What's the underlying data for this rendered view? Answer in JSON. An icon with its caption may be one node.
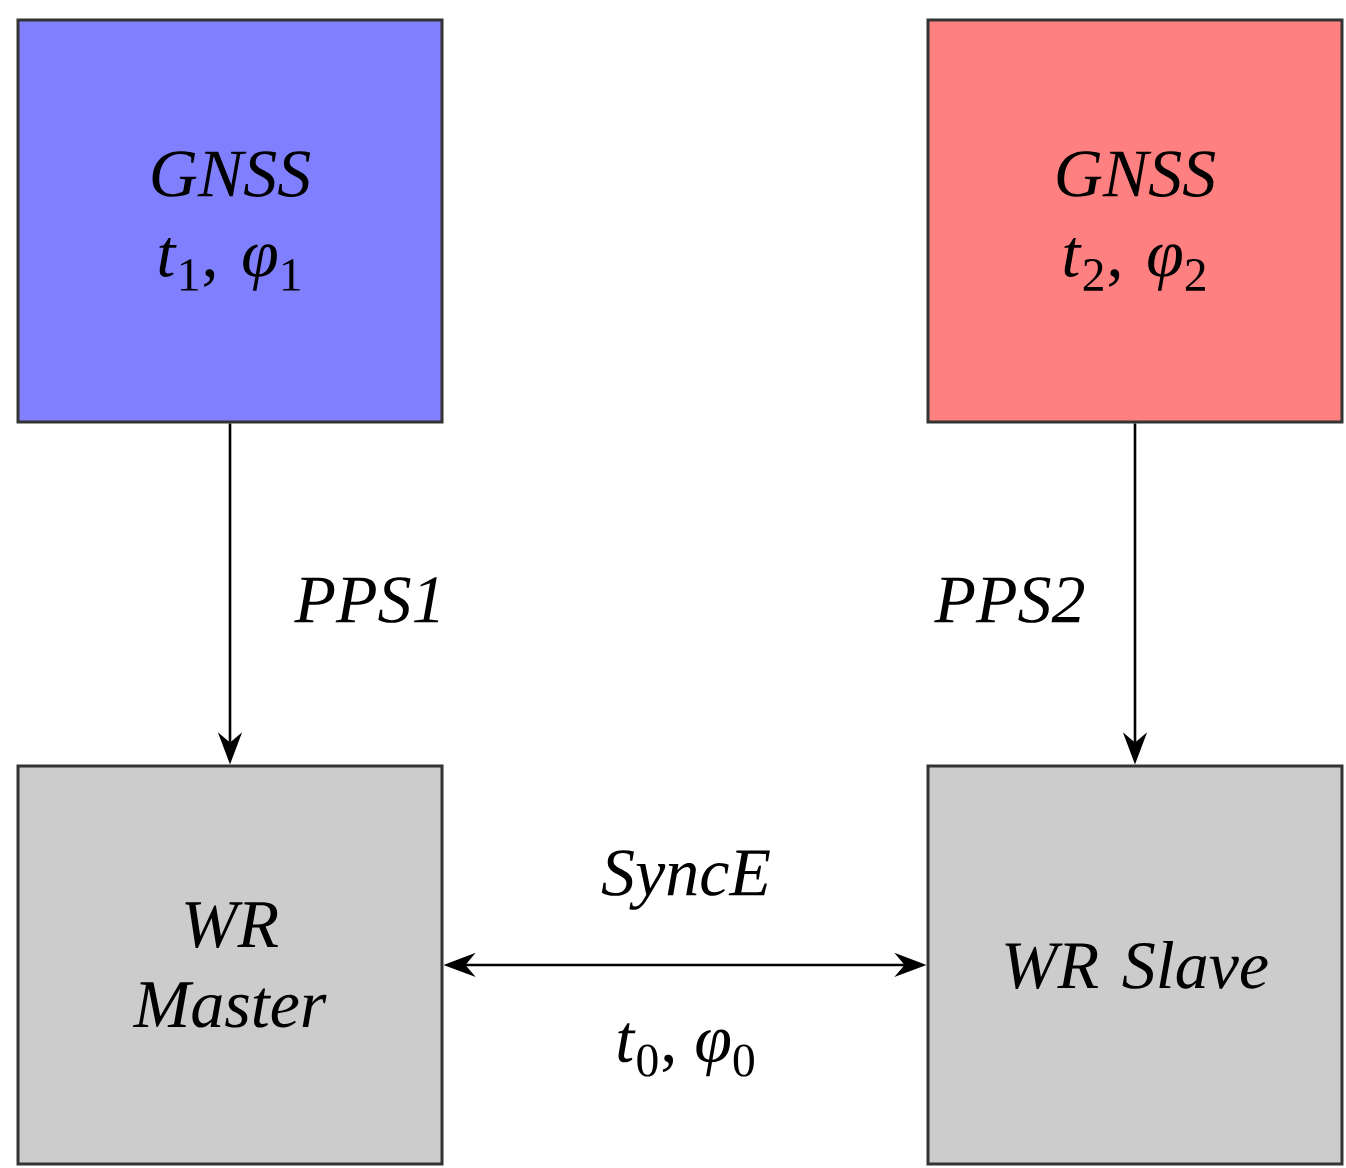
{
  "diagram": {
    "nodes": [
      {
        "text": [
          "GNSS",
          "*t*$_{1}$, *φ*$_{1}$"
        ]
      },
      {
        "text": [
          "GNSS",
          "*t*$_{2}$, *φ*$_{2}$"
        ]
      },
      {
        "text": [
          "WR Master"
        ]
      },
      {
        "text": [
          "WR Slave"
        ]
      }
    ],
    "edges": [
      {
        "from": 0,
        "to": 2,
        "arrow": "to",
        "label": "PPS1"
      },
      {
        "from": 1,
        "to": 3,
        "arrow": "to",
        "label": "PPS2"
      },
      {
        "from": 2,
        "to": 3,
        "arrow": "both",
        "label": "SyncE"
      }
    ],
    "labels": [
      "*t*$_{0}$, *φ*$_{0}$"
    ]
  }
}
